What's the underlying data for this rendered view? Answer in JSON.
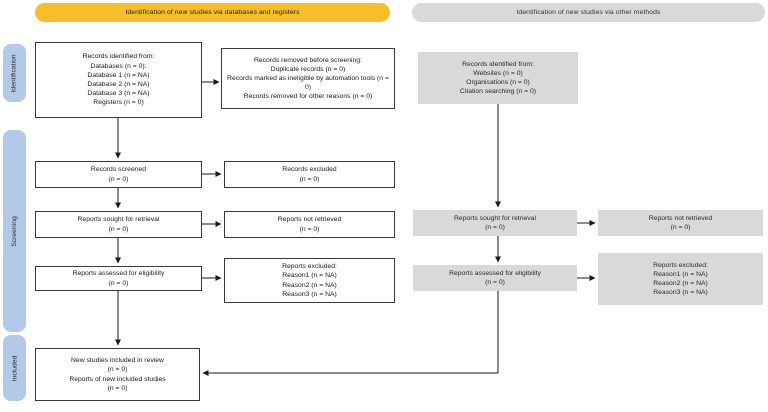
{
  "banners": {
    "databases": "Identification of new studies via databases and registers",
    "other_methods": "Identification of new studies via other methods"
  },
  "stages": {
    "identification": "Identification",
    "screening": "Screening",
    "included": "Included"
  },
  "database_flow": {
    "records_identified": "Records identified from:\nDatabases (n = 0):\nDatabase 1 (n = NA)\nDatabase 2 (n = NA)\nDatabase 3 (n = NA)\nRegisters (n = 0)",
    "records_removed": "Records removed before screening:\nDuplicate records (n = 0)\nRecords marked as ineligible by automation tools (n = 0)\nRecords removed for other reasons (n = 0)",
    "records_screened": "Records screened\n(n = 0)",
    "records_excluded": "Records excluded\n(n = 0)",
    "reports_sought": "Reports sought for retrieval\n(n = 0)",
    "reports_not_retrieved": "Reports not retrieved\n(n = 0)",
    "reports_assessed": "Reports assessed for eligibility\n(n = 0)",
    "reports_excluded": "Reports excluded:\nReason1 (n = NA)\nReason2 (n = NA)\nReason3 (n = NA)",
    "new_studies_included": "New studies included in review\n(n = 0)\nReports of new included studies\n(n = 0)"
  },
  "other_methods_flow": {
    "records_identified": "Records identified from:\nWebsites (n = 0)\nOrganisations (n = 0)\nCitation searching (n = 0)",
    "reports_sought": "Reports sought for retrieval\n(n = 0)",
    "reports_not_retrieved": "Reports not retrieved\n(n = 0)",
    "reports_assessed": "Reports assessed for eligibility\n(n = 0)",
    "reports_excluded": "Reports excluded:\nReason1 (n = NA)\nReason2 (n = NA)\nReason3 (n = NA)"
  },
  "colors": {
    "banner_yellow": "#F6BE2B",
    "banner_gray": "#D9D9D9",
    "stage_blue": "#B4C9E8",
    "box_gray": "#D9D9D9"
  }
}
